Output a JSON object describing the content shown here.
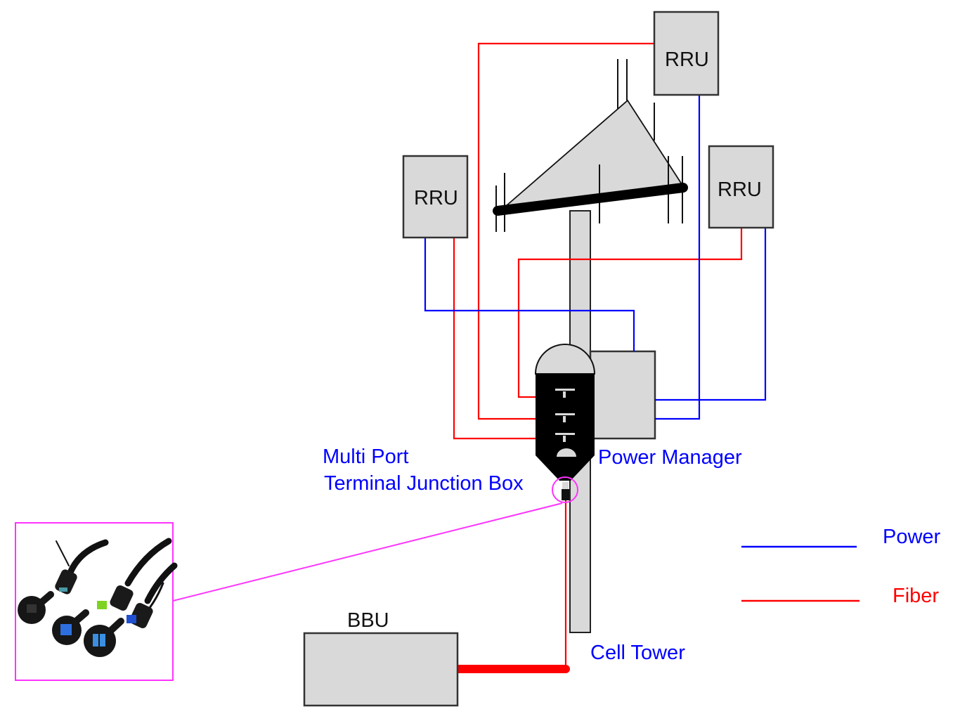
{
  "diagram": {
    "title": "",
    "nodes": {
      "rru_top": {
        "label": "RRU"
      },
      "rru_left": {
        "label": "RRU"
      },
      "rru_right": {
        "label": "RRU"
      },
      "bbu": {
        "label": "BBU"
      },
      "power_manager": {
        "label": "Power Manager"
      },
      "junction_box": {
        "label_line1": "Multi Port",
        "label_line2": "Terminal Junction Box"
      },
      "cell_tower": {
        "label": "Cell Tower"
      },
      "connector_photo": {
        "description": "Hardened fiber optic connectors and ports (close-up of junction box port)"
      }
    },
    "legend": {
      "items": [
        {
          "label": "Power",
          "color": "#0000ff"
        },
        {
          "label": "Fiber",
          "color": "#ff0000"
        }
      ]
    },
    "edges": [
      {
        "from": "rru_top",
        "to": "junction_box",
        "type": "Fiber"
      },
      {
        "from": "rru_left",
        "to": "junction_box",
        "type": "Fiber"
      },
      {
        "from": "rru_right",
        "to": "junction_box",
        "type": "Fiber"
      },
      {
        "from": "rru_top",
        "to": "power_manager",
        "type": "Power"
      },
      {
        "from": "rru_left",
        "to": "power_manager",
        "type": "Power"
      },
      {
        "from": "rru_right",
        "to": "power_manager",
        "type": "Power"
      },
      {
        "from": "junction_box",
        "to": "bbu",
        "type": "Fiber"
      },
      {
        "from": "junction_box",
        "to": "connector_photo",
        "type": "Callout"
      }
    ],
    "colors": {
      "power": "#0000ff",
      "fiber": "#ff0000",
      "callout": "#ff33ff",
      "box_fill": "#d9d9d9",
      "label_blue": "#0000ff"
    }
  }
}
